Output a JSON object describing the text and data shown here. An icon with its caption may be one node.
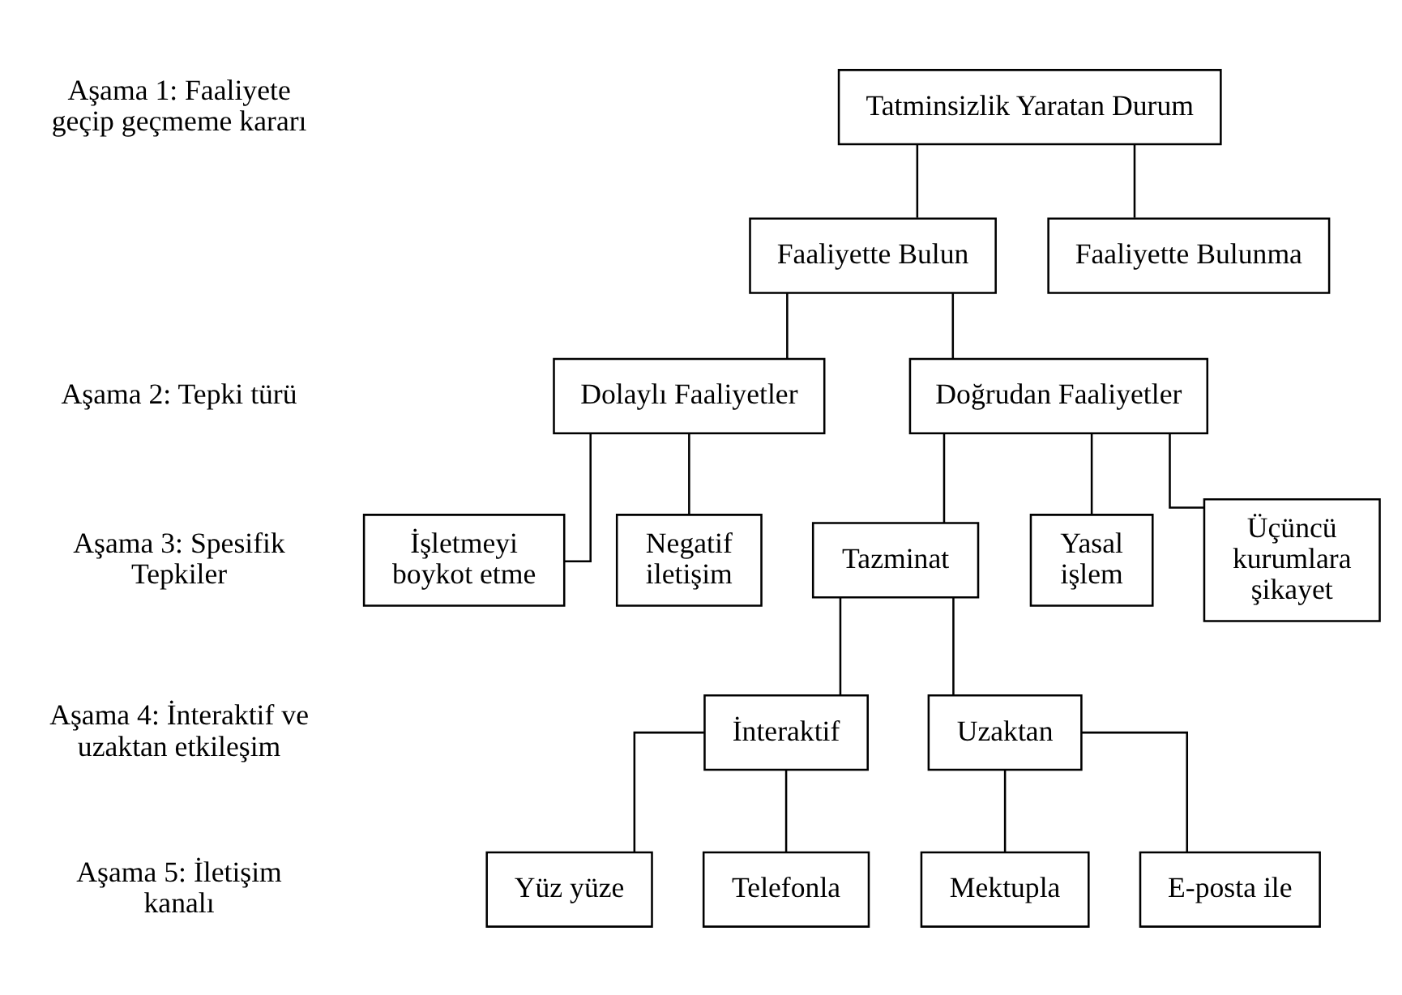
{
  "diagram": {
    "nodes": [
      {
        "text": [
          "Tatminsizlik Yaratan Durum"
        ]
      },
      {
        "text": [
          "Faaliyette Bulun"
        ]
      },
      {
        "text": [
          "Faaliyette Bulunma"
        ]
      },
      {
        "text": [
          "Dolaylı Faaliyetler"
        ]
      },
      {
        "text": [
          "Doğrudan Faaliyetler"
        ]
      },
      {
        "text": [
          "İşletmeyi boykot etme"
        ]
      },
      {
        "text": [
          "Negatif iletişim"
        ]
      },
      {
        "text": [
          "Tazminat"
        ]
      },
      {
        "text": [
          "Yasal işlem"
        ]
      },
      {
        "text": [
          "Üçüncü kurumlara şikayet"
        ]
      },
      {
        "text": [
          "İnteraktif"
        ]
      },
      {
        "text": [
          "Uzaktan"
        ]
      },
      {
        "text": [
          "Yüz yüze"
        ]
      },
      {
        "text": [
          "Telefonla"
        ]
      },
      {
        "text": [
          "Mektupla"
        ]
      },
      {
        "text": [
          "E-posta ile"
        ]
      }
    ],
    "edges": [
      {
        "from": 0,
        "to": 1,
        "arrow": "none"
      },
      {
        "from": 0,
        "to": 2,
        "arrow": "none"
      },
      {
        "from": 1,
        "to": 3,
        "arrow": "none"
      },
      {
        "from": 1,
        "to": 4,
        "arrow": "none"
      },
      {
        "from": 3,
        "to": 5,
        "arrow": "none"
      },
      {
        "from": 3,
        "to": 6,
        "arrow": "none"
      },
      {
        "from": 4,
        "to": 7,
        "arrow": "none"
      },
      {
        "from": 4,
        "to": 8,
        "arrow": "none"
      },
      {
        "from": 4,
        "to": 9,
        "arrow": "none"
      },
      {
        "from": 7,
        "to": 10,
        "arrow": "none"
      },
      {
        "from": 7,
        "to": 11,
        "arrow": "none"
      },
      {
        "from": 10,
        "to": 12,
        "arrow": "none"
      },
      {
        "from": 10,
        "to": 13,
        "arrow": "none"
      },
      {
        "from": 11,
        "to": 14,
        "arrow": "none"
      },
      {
        "from": 11,
        "to": 15,
        "arrow": "none"
      }
    ],
    "labels": [
      "Aşama 1: Faaliyete geçip geçmeme kararı",
      "Aşama 2: Tepki türü",
      "Aşama 3: Spesifik Tepkiler",
      "Aşama 4: İnteraktif ve uzaktan etkileşim",
      "Aşama 5: İletişim kanalı"
    ]
  }
}
